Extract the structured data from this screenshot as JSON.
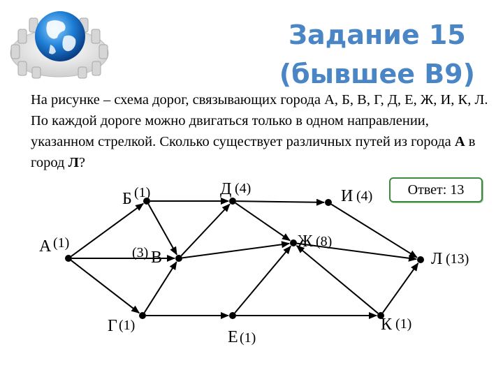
{
  "title": {
    "line1": "Задание 15",
    "line2": "(бывшее В9)"
  },
  "problem": {
    "part1": "На рисунке – схема дорог, связывающих города А, Б, В, Г, Д, Е, Ж, И, К, Л. По каждой дороге можно двигаться только в одном направлении, указанном стрелкой. Сколько существует различных путей из города ",
    "from": "А",
    "part2": " в город ",
    "to": "Л",
    "part3": "?"
  },
  "answer": "Ответ: 13",
  "graph": {
    "nodes": [
      {
        "id": "A",
        "label": "А",
        "count": "(1)"
      },
      {
        "id": "B",
        "label": "Б",
        "count": "(1)"
      },
      {
        "id": "V",
        "label": "В",
        "count": "(3)"
      },
      {
        "id": "G",
        "label": "Г",
        "count": "(1)"
      },
      {
        "id": "D",
        "label": "Д",
        "count": "(4)"
      },
      {
        "id": "E",
        "label": "Е",
        "count": "(1)"
      },
      {
        "id": "Zh",
        "label": "Ж",
        "count": "(8)"
      },
      {
        "id": "I",
        "label": "И",
        "count": "(4)"
      },
      {
        "id": "K",
        "label": "К",
        "count": "(1)"
      },
      {
        "id": "L",
        "label": "Л",
        "count": "(13)"
      }
    ],
    "edges": [
      [
        "A",
        "B"
      ],
      [
        "A",
        "V"
      ],
      [
        "A",
        "G"
      ],
      [
        "B",
        "D"
      ],
      [
        "B",
        "V"
      ],
      [
        "G",
        "V"
      ],
      [
        "G",
        "E"
      ],
      [
        "V",
        "D"
      ],
      [
        "V",
        "Zh"
      ],
      [
        "D",
        "I"
      ],
      [
        "D",
        "Zh"
      ],
      [
        "E",
        "Zh"
      ],
      [
        "E",
        "K"
      ],
      [
        "K",
        "Zh"
      ],
      [
        "I",
        "L"
      ],
      [
        "Zh",
        "L"
      ],
      [
        "K",
        "L"
      ]
    ]
  }
}
